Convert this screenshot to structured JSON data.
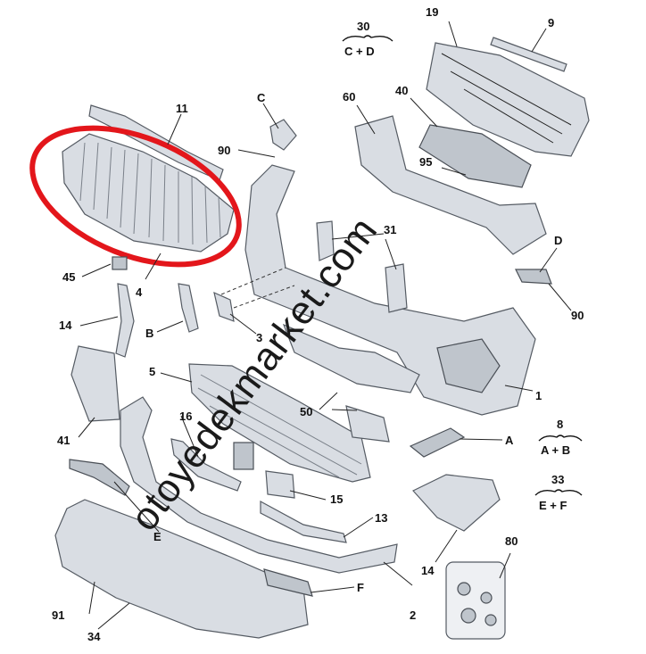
{
  "callouts": {
    "c1": "1",
    "c2": "2",
    "c3": "3",
    "c4": "4",
    "c5": "5",
    "c9": "9",
    "c11": "11",
    "c13": "13",
    "c14a": "14",
    "c14b": "14",
    "c15": "15",
    "c16": "16",
    "c19": "19",
    "c34": "34",
    "c40": "40",
    "c41": "41",
    "c45": "45",
    "c50": "50",
    "c60": "60",
    "c80": "80",
    "c90a": "90",
    "c90b": "90",
    "c91": "91",
    "c95": "95",
    "c31": "31",
    "A": "A",
    "B": "B",
    "C": "C",
    "D": "D",
    "E": "E",
    "F": "F"
  },
  "groups": {
    "g30": {
      "number": "30",
      "combo": "C + D"
    },
    "g8": {
      "number": "8",
      "combo": "A + B"
    },
    "g33": {
      "number": "33",
      "combo": "E + F"
    }
  },
  "watermark": "otoyedekmarket.com",
  "colors": {
    "highlight_ring": "#e3161b",
    "part_fill": "#d9dde3",
    "ink": "#111111"
  }
}
